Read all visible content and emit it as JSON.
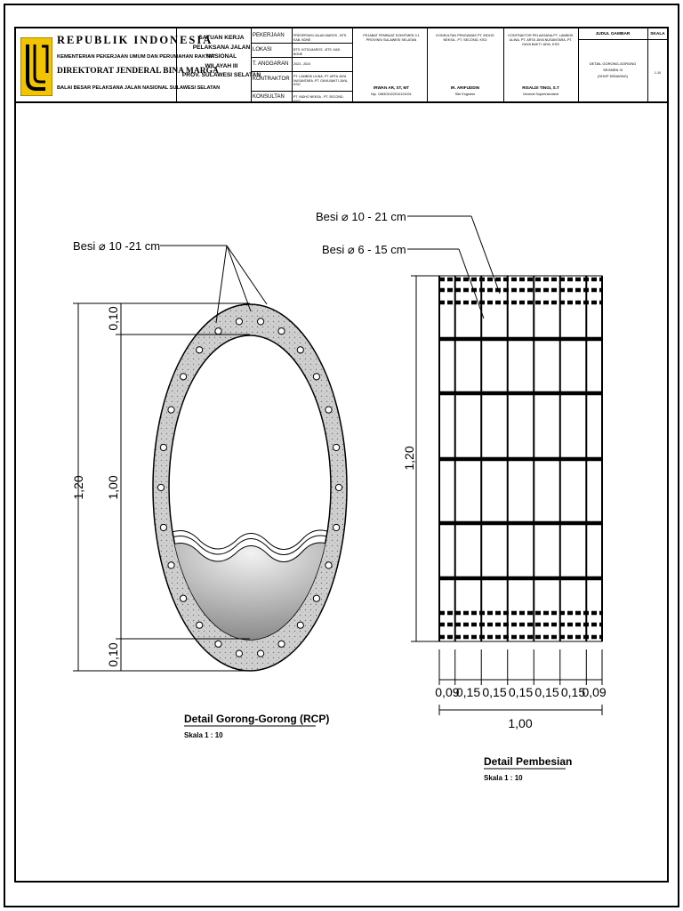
{
  "title_block": {
    "agency": {
      "country": "REPUBLIK INDONESIA",
      "ministry": "KEMENTERIAN PEKERJAAN UMUM DAN PERUMAHAN RAKYAT",
      "directorate": "DIREKTORAT JENDERAL BINA MARGA",
      "office": "BALAI BESAR PELAKSANA JALAN NASIONAL SULAWESI SELATAN"
    },
    "work_unit": [
      "SATUAN KERJA",
      "PELAKSANA JALAN NASIONAL",
      "WILAYAH III",
      "PROV. SULAWESI SELATAN"
    ],
    "fields": [
      {
        "label": "PEKERJAAN",
        "value": "PRESERVASI JALAN MAROS - BTS. KAB. BONE"
      },
      {
        "label": "LOKASI",
        "value": "BTS. KOTA MAROS - BTS. KAB. BONE"
      },
      {
        "label": "T. ANGGARAN",
        "value": "2023 - 2024"
      },
      {
        "label": "KONTRAKTOR",
        "value": "PT. LAMBOK ULINA, PT. ARTA JAYA NUSANTARA -PT. GAYA BAKTI JAYA, KSO"
      },
      {
        "label": "KONSULTAN",
        "value": "PT. INDHO NEKSA - PT. SECOND, KSO"
      }
    ],
    "signatories": [
      {
        "role": "PEJABAT PEMBUAT KOMITMEN 3.1 PROVINSI SULAWESI SELATAN",
        "name": "IRWAN AR, ST, MT",
        "title": "Nip. 198301022010121001"
      },
      {
        "role": "KONSULTAN PENGAWAS PT. INDHO NEKSA - PT. SECOND, KSO",
        "name": "IR. ARIFUDDIN",
        "title": "Site Engineer"
      },
      {
        "role": "KONTRAKTOR PELAKSANA PT. LAMBOK ULINA, PT. ARTA JAYA NUSANTARA -PT. GAYA BAKTI JAYA, KSO",
        "name": "RISALDI TINGI, S.T",
        "title": "General Superintendent"
      }
    ],
    "drawing_title_header": "JUDUL GAMBAR",
    "drawing_title": [
      "DETAIL GORONG-GORONG",
      "SEGMEN III",
      "(SHOP DRAWING)"
    ],
    "scale_header": "SKALA",
    "scale_value": "1:10"
  },
  "drawing": {
    "rcp": {
      "caption": "Detail Gorong-Gorong (RCP)",
      "scale": "Skala 1 : 10",
      "rebar_label": "Besi ⌀ 10 -21 cm",
      "dim_total": "1,20",
      "dim_inner": "1,00",
      "dim_wall_top": "0,10",
      "dim_wall_bottom": "0,10"
    },
    "rebar": {
      "caption": "Detail Pembesian",
      "scale": "Skala 1 : 10",
      "label_main": "Besi ⌀ 10 - 21 cm",
      "label_secondary": "Besi ⌀ 6 - 15 cm",
      "dim_height": "1,20",
      "dim_width": "1,00",
      "spacings": [
        "0,09",
        "0,15",
        "0,15",
        "0,15",
        "0,15",
        "0,15",
        "0,09"
      ],
      "spacing_values": [
        0.09,
        0.15,
        0.15,
        0.15,
        0.15,
        0.15,
        0.09
      ]
    },
    "colors": {
      "line": "#000000",
      "concrete_fill": "#c8c8c8",
      "water_dark": "#9a9a9a",
      "background": "#ffffff"
    }
  }
}
